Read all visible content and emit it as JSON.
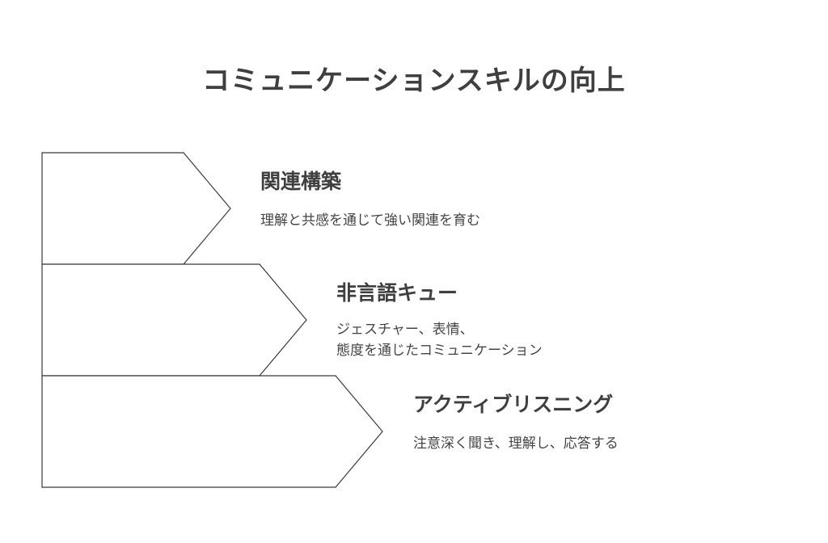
{
  "title": "コミュニケーションスキルの向上",
  "levels": [
    {
      "heading": "関連構築",
      "description_lines": [
        "理解と共感を通じて強い関連を育む"
      ]
    },
    {
      "heading": "非言語キュー",
      "description_lines": [
        "ジェスチャー、表情、",
        "態度を通じたコミュニケーション"
      ]
    },
    {
      "heading": "アクティブリスニング",
      "description_lines": [
        "注意深く聞き、理解し、応答する"
      ]
    }
  ],
  "colors": {
    "stroke": "#3a3a3a",
    "fill": "#ffffff",
    "text": "#404040"
  }
}
